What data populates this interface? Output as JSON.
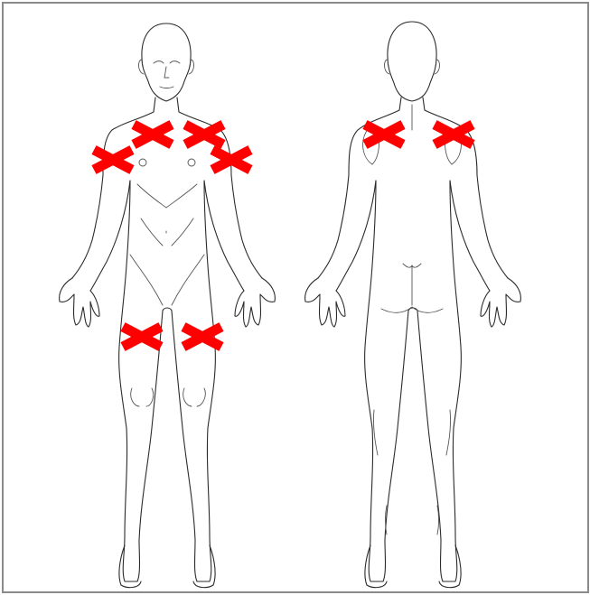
{
  "figures": [
    {
      "view": "front"
    },
    {
      "view": "back"
    }
  ],
  "markers": {
    "color": "#ff0000",
    "symbol": "x-mark",
    "front_count": 6,
    "back_count": 2
  },
  "frame_color": "#8a8a8a"
}
